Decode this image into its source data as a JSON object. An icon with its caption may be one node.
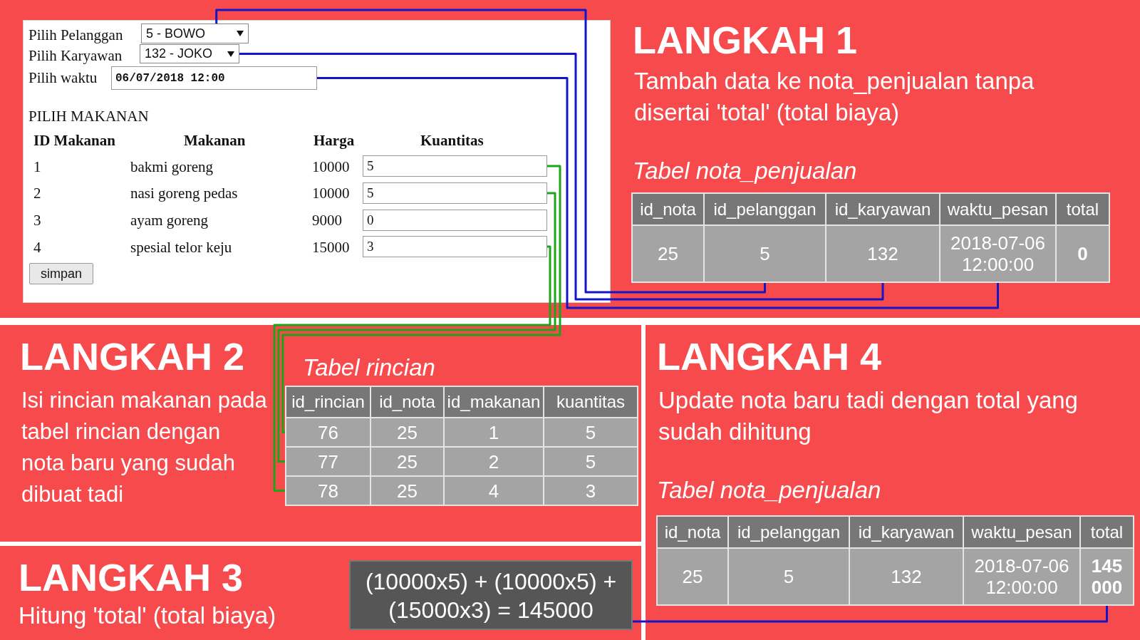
{
  "diagram": {
    "nodes": [
      {
        "text": [
          "LANGKAH 1",
          "Tambah data ke nota_penjualan tanpa disertai 'total' (total biaya)"
        ]
      },
      {
        "text": [],
        "shape": "box",
        "in": 0
      },
      {
        "text": [
          "5 - BOWO"
        ],
        "in": 1
      },
      {
        "text": [
          "132 - JOKO"
        ],
        "in": 1
      },
      {
        "text": [
          "06/07/2018 12:00"
        ],
        "in": 1
      },
      {
        "text": [
          "5"
        ],
        "in": 1
      },
      {
        "text": [
          "5"
        ],
        "in": 1
      },
      {
        "text": [
          "0"
        ],
        "in": 1
      },
      {
        "text": [
          "3"
        ],
        "in": 1
      },
      {
        "text": [
          "5"
        ],
        "in": 0
      },
      {
        "text": [
          "132"
        ],
        "in": 0
      },
      {
        "text": [
          "2018-07-06 12:00:00"
        ],
        "in": 0
      },
      {
        "text": [
          "LANGKAH 2",
          "Isi rincian makanan pada tabel rincian dengan nota baru yang sudah dibuat tadi"
        ]
      },
      {
        "text": [
          "76"
        ],
        "in": 12
      },
      {
        "text": [
          "77"
        ],
        "in": 12
      },
      {
        "text": [
          "78"
        ],
        "in": 12
      },
      {
        "text": [
          "LANGKAH 3",
          "Hitung 'total' (total biaya)"
        ]
      },
      {
        "text": [
          "(10000x5) + (10000x5) + (15000x3) = 145000"
        ],
        "in": 16
      },
      {
        "text": [
          "LANGKAH 4",
          "Update nota baru tadi dengan total yang sudah dihitung"
        ]
      },
      {
        "text": [
          "145000"
        ],
        "in": 18
      }
    ],
    "edges": [
      {
        "from": 2,
        "to": 9,
        "arrow": "none"
      },
      {
        "from": 3,
        "to": 10,
        "arrow": "none"
      },
      {
        "from": 4,
        "to": 11,
        "arrow": "none"
      },
      {
        "from": 5,
        "to": 13,
        "arrow": "none",
        "color": "#1aa51a"
      },
      {
        "from": 6,
        "to": 14,
        "arrow": "none",
        "color": "#1aa51a"
      },
      {
        "from": 8,
        "to": 15,
        "arrow": "none",
        "color": "#1aa51a"
      },
      {
        "from": 17,
        "to": 19,
        "arrow": "none"
      }
    ],
    "labels": [
      "Pilih Pelanggan",
      "Pilih Karyawan",
      "Pilih waktu",
      "PILIH MAKANAN",
      "ID Makanan",
      "Makanan",
      "Harga",
      "Kuantitas",
      "1",
      "bakmi goreng",
      "10000",
      "2",
      "nasi goreng pedas",
      "10000",
      "3",
      "ayam goreng",
      "9000",
      "4",
      "spesial telor keju",
      "15000",
      "simpan",
      "Tabel nota_penjualan",
      "id_nota",
      "id_pelanggan",
      "id_karyawan",
      "waktu_pesan",
      "total",
      "25",
      "0",
      "Tabel rincian",
      "id_rincian",
      "id_nota",
      "id_makanan",
      "kuantitas",
      "25",
      "1",
      "5",
      "25",
      "2",
      "5",
      "25",
      "4",
      "3",
      "Tabel nota_penjualan",
      "id_nota",
      "id_pelanggan",
      "id_karyawan",
      "waktu_pesan",
      "total",
      "25",
      "5",
      "132",
      "2018-07-06 12:00:00"
    ]
  }
}
